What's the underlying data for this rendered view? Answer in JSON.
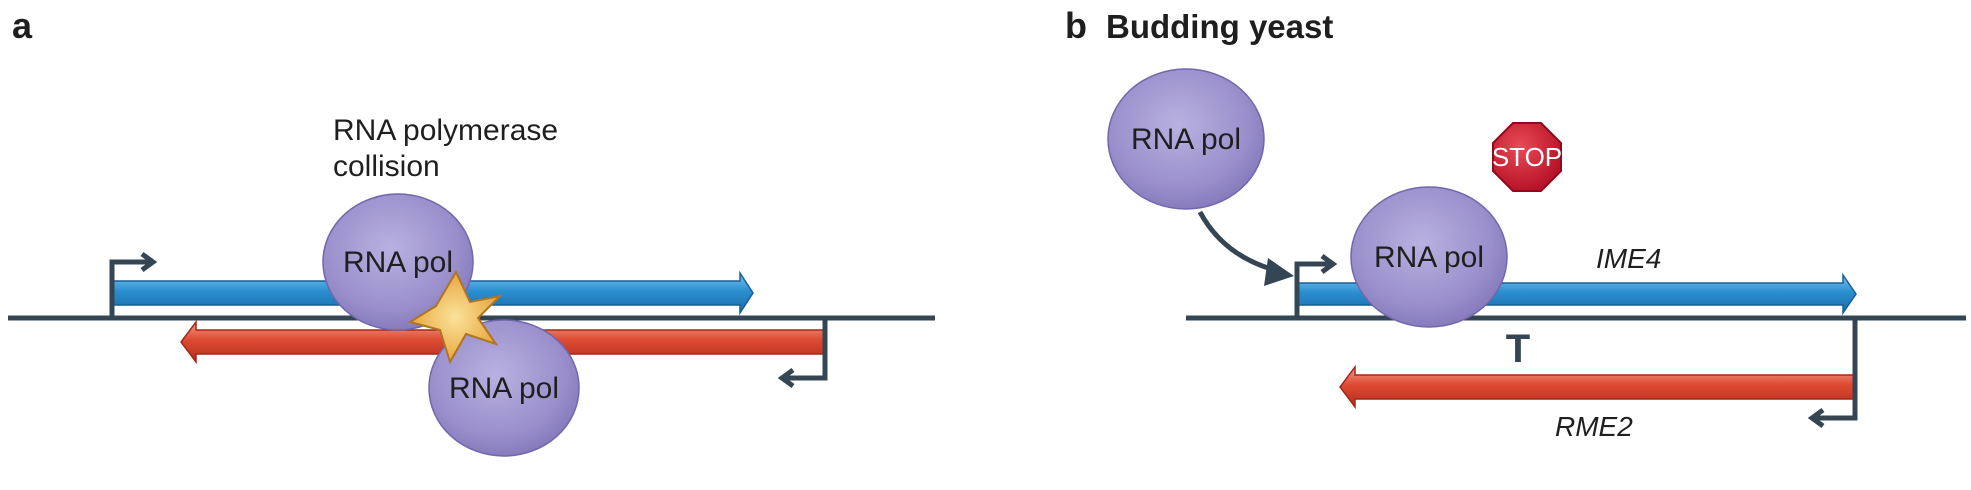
{
  "panel_a": {
    "letter": "a",
    "caption_line1": "RNA polymerase",
    "caption_line2": "collision",
    "pol_top": "RNA pol",
    "pol_bottom": "RNA pol"
  },
  "panel_b": {
    "letter": "b",
    "title": "Budding yeast",
    "pol_free": "RNA pol",
    "pol_bound": "RNA pol",
    "stop_label": "STOP",
    "gene_top": "IME4",
    "gene_bottom": "RME2",
    "repression_symbol": "T"
  },
  "colors": {
    "sense_transcript": "#2a8fd0",
    "antisense_transcript": "#de4a33",
    "polymerase": "#9b90cc",
    "stop_sign": "#c8142c",
    "collision_star": "#f2b43e",
    "dna_line": "#344654"
  }
}
